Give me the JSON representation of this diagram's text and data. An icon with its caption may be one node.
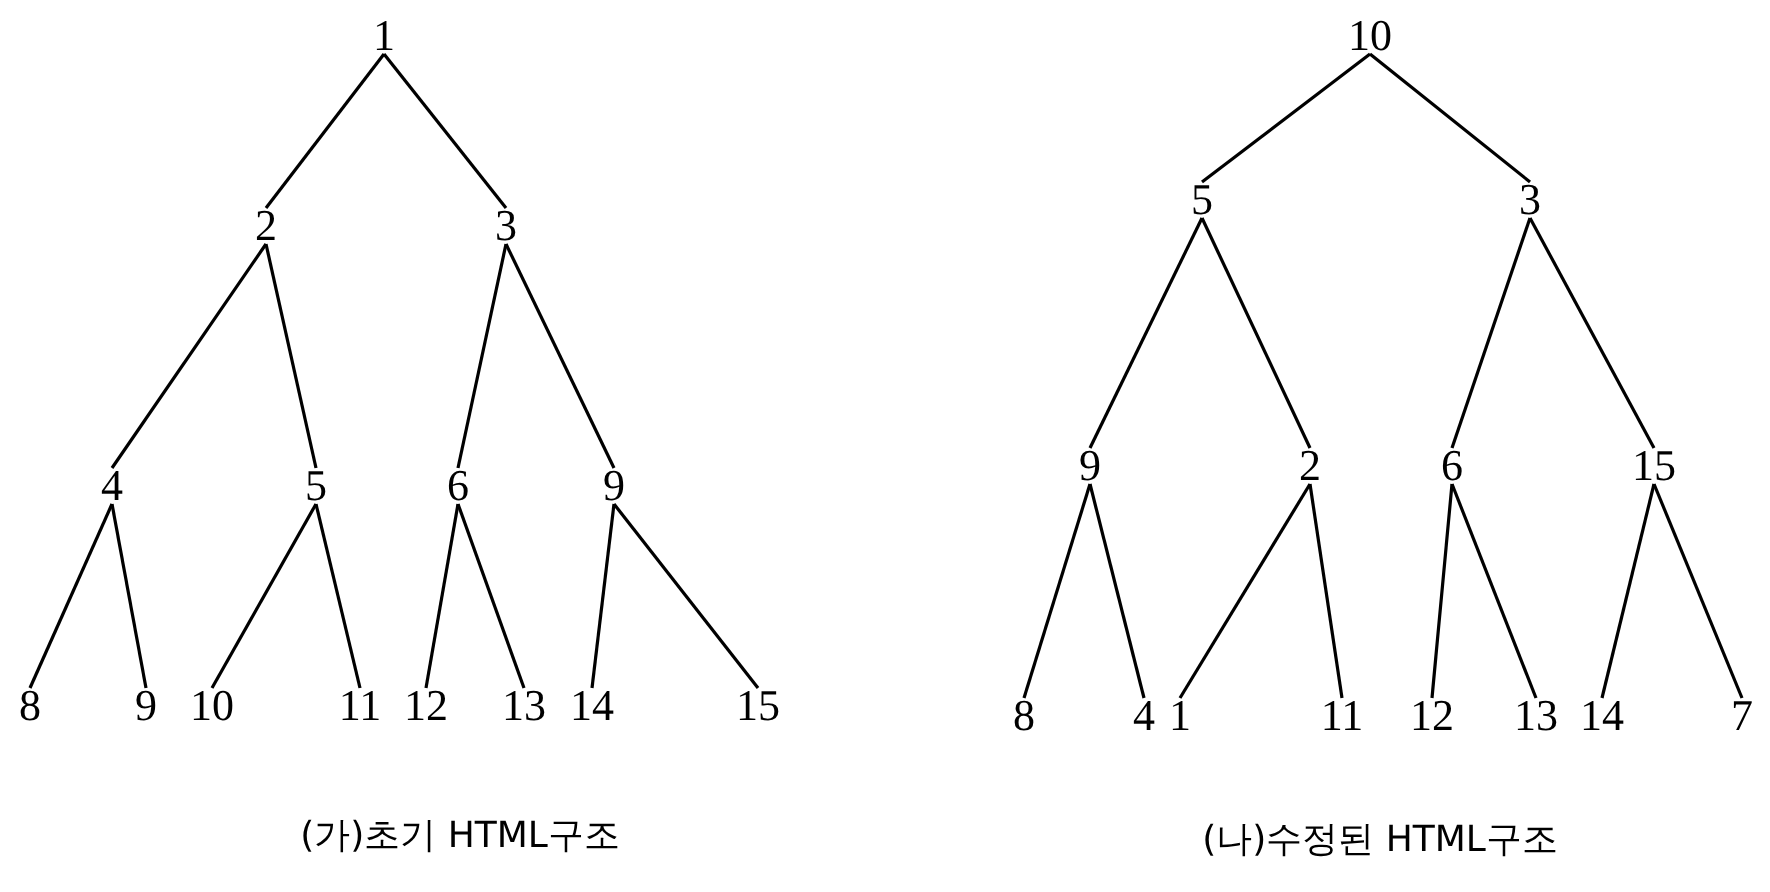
{
  "diagram": {
    "nodes": [
      {
        "text": [
          "1"
        ]
      },
      {
        "text": [
          "2"
        ]
      },
      {
        "text": [
          "3"
        ]
      },
      {
        "text": [
          "4"
        ]
      },
      {
        "text": [
          "5"
        ]
      },
      {
        "text": [
          "6"
        ]
      },
      {
        "text": [
          "9"
        ]
      },
      {
        "text": [
          "8"
        ]
      },
      {
        "text": [
          "9"
        ]
      },
      {
        "text": [
          "10"
        ]
      },
      {
        "text": [
          "11"
        ]
      },
      {
        "text": [
          "12"
        ]
      },
      {
        "text": [
          "13"
        ]
      },
      {
        "text": [
          "14"
        ]
      },
      {
        "text": [
          "15"
        ]
      },
      {
        "text": [
          "10"
        ]
      },
      {
        "text": [
          "5"
        ]
      },
      {
        "text": [
          "3"
        ]
      },
      {
        "text": [
          "9"
        ]
      },
      {
        "text": [
          "2"
        ]
      },
      {
        "text": [
          "6"
        ]
      },
      {
        "text": [
          "15"
        ]
      },
      {
        "text": [
          "8"
        ]
      },
      {
        "text": [
          "4"
        ]
      },
      {
        "text": [
          "1"
        ]
      },
      {
        "text": [
          "11"
        ]
      },
      {
        "text": [
          "12"
        ]
      },
      {
        "text": [
          "13"
        ]
      },
      {
        "text": [
          "14"
        ]
      },
      {
        "text": [
          "7"
        ]
      }
    ],
    "edges": [
      {
        "from": 0,
        "to": 1,
        "arrow": "none"
      },
      {
        "from": 0,
        "to": 2,
        "arrow": "none"
      },
      {
        "from": 1,
        "to": 3,
        "arrow": "none"
      },
      {
        "from": 1,
        "to": 4,
        "arrow": "none"
      },
      {
        "from": 2,
        "to": 5,
        "arrow": "none"
      },
      {
        "from": 2,
        "to": 6,
        "arrow": "none"
      },
      {
        "from": 3,
        "to": 7,
        "arrow": "none"
      },
      {
        "from": 3,
        "to": 8,
        "arrow": "none"
      },
      {
        "from": 4,
        "to": 9,
        "arrow": "none"
      },
      {
        "from": 4,
        "to": 10,
        "arrow": "none"
      },
      {
        "from": 5,
        "to": 11,
        "arrow": "none"
      },
      {
        "from": 5,
        "to": 12,
        "arrow": "none"
      },
      {
        "from": 6,
        "to": 13,
        "arrow": "none"
      },
      {
        "from": 6,
        "to": 14,
        "arrow": "none"
      },
      {
        "from": 15,
        "to": 16,
        "arrow": "none"
      },
      {
        "from": 15,
        "to": 17,
        "arrow": "none"
      },
      {
        "from": 16,
        "to": 18,
        "arrow": "none"
      },
      {
        "from": 16,
        "to": 19,
        "arrow": "none"
      },
      {
        "from": 17,
        "to": 20,
        "arrow": "none"
      },
      {
        "from": 17,
        "to": 21,
        "arrow": "none"
      },
      {
        "from": 18,
        "to": 22,
        "arrow": "none"
      },
      {
        "from": 18,
        "to": 23,
        "arrow": "none"
      },
      {
        "from": 19,
        "to": 24,
        "arrow": "none"
      },
      {
        "from": 19,
        "to": 25,
        "arrow": "none"
      },
      {
        "from": 20,
        "to": 26,
        "arrow": "none"
      },
      {
        "from": 20,
        "to": 27,
        "arrow": "none"
      },
      {
        "from": 21,
        "to": 28,
        "arrow": "none"
      },
      {
        "from": 21,
        "to": 29,
        "arrow": "none"
      }
    ],
    "labels": [
      "(가)초기 HTML구조",
      "(나)수정된 HTML구조"
    ]
  }
}
